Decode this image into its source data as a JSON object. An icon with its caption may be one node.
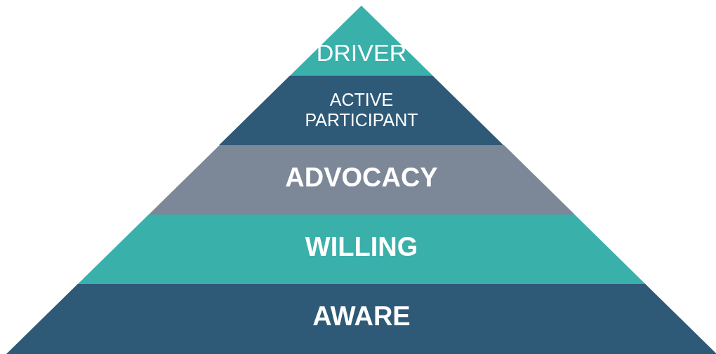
{
  "diagram": {
    "nodes": [
      {
        "text": [
          "DRIVER"
        ]
      },
      {
        "text": [
          "ACTIVE PARTICIPANT"
        ]
      },
      {
        "text": [
          "ADVOCACY"
        ]
      },
      {
        "text": [
          "WILLING"
        ]
      },
      {
        "text": [
          "AWARE"
        ]
      }
    ]
  }
}
